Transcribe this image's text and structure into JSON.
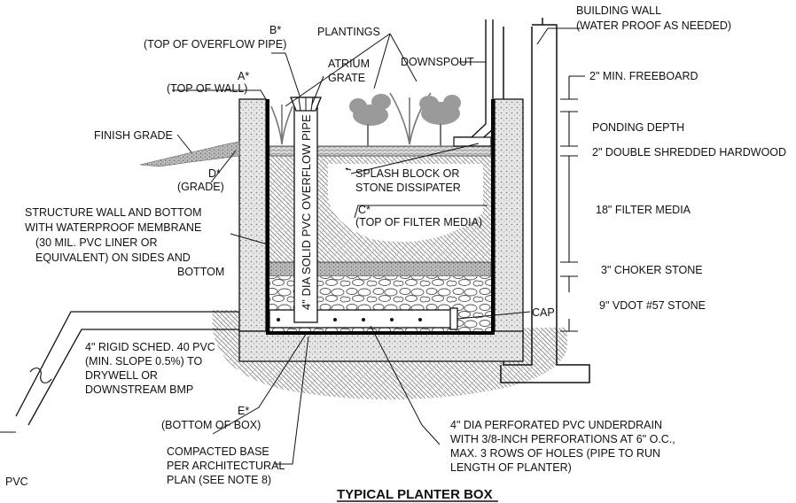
{
  "title": "TYPICAL PLANTER BOX",
  "labels": {
    "b_star": "B*",
    "b_star_desc": "(TOP OF OVERFLOW PIPE)",
    "a_star": "A*",
    "a_star_desc": "(TOP OF WALL)",
    "atrium_1": "ATRIUM",
    "atrium_2": "GRATE",
    "plantings": "PLANTINGS",
    "downspout": "DOWNSPOUT",
    "building_wall_1": "BUILDING WALL",
    "building_wall_2": "(WATER PROOF AS NEEDED)",
    "freeboard": "2\" MIN. FREEBOARD",
    "ponding": "PONDING DEPTH",
    "hardwood": "2\" DOUBLE SHREDDED HARDWOOD",
    "finish_grade": "FINISH GRADE",
    "d_star": "D*",
    "grade": "(GRADE)",
    "splash_1": "SPLASH BLOCK OR",
    "splash_2": "STONE DISSIPATER",
    "c_star": "C*",
    "c_star_desc": "(TOP OF FILTER MEDIA)",
    "filter_media": "18\" FILTER MEDIA",
    "structure_1": "STRUCTURE WALL AND BOTTOM",
    "structure_2": "WITH WATERPROOF MEMBRANE",
    "structure_3": "(30 MIL. PVC LINER OR",
    "structure_4": "EQUIVALENT) ON SIDES AND",
    "structure_5": "BOTTOM",
    "choker": "3\" CHOKER STONE",
    "overflow_pipe": "4\" DIA SOLID PVC OVERFLOW PIPE",
    "cap": "CAP",
    "vdot": "9\" VDOT #57 STONE",
    "rigid_1": "4\" RIGID SCHED. 40 PVC",
    "rigid_2": "(MIN. SLOPE 0.5%) TO",
    "rigid_3": "DRYWELL OR",
    "rigid_4": "DOWNSTREAM BMP",
    "e_star": "E*",
    "e_star_desc": "(BOTTOM OF BOX)",
    "compacted_1": "COMPACTED BASE",
    "compacted_2": "PER ARCHITECTURAL",
    "compacted_3": "PLAN (SEE NOTE 8)",
    "underdrain_1": "4\" DIA PERFORATED PVC UNDERDRAIN",
    "underdrain_2": "WITH 3/8-INCH PERFORATIONS AT 6\" O.C.,",
    "underdrain_3": "MAX. 3 ROWS OF HOLES (PIPE TO RUN",
    "underdrain_4": "LENGTH OF PLANTER)",
    "pvc": "PVC"
  }
}
